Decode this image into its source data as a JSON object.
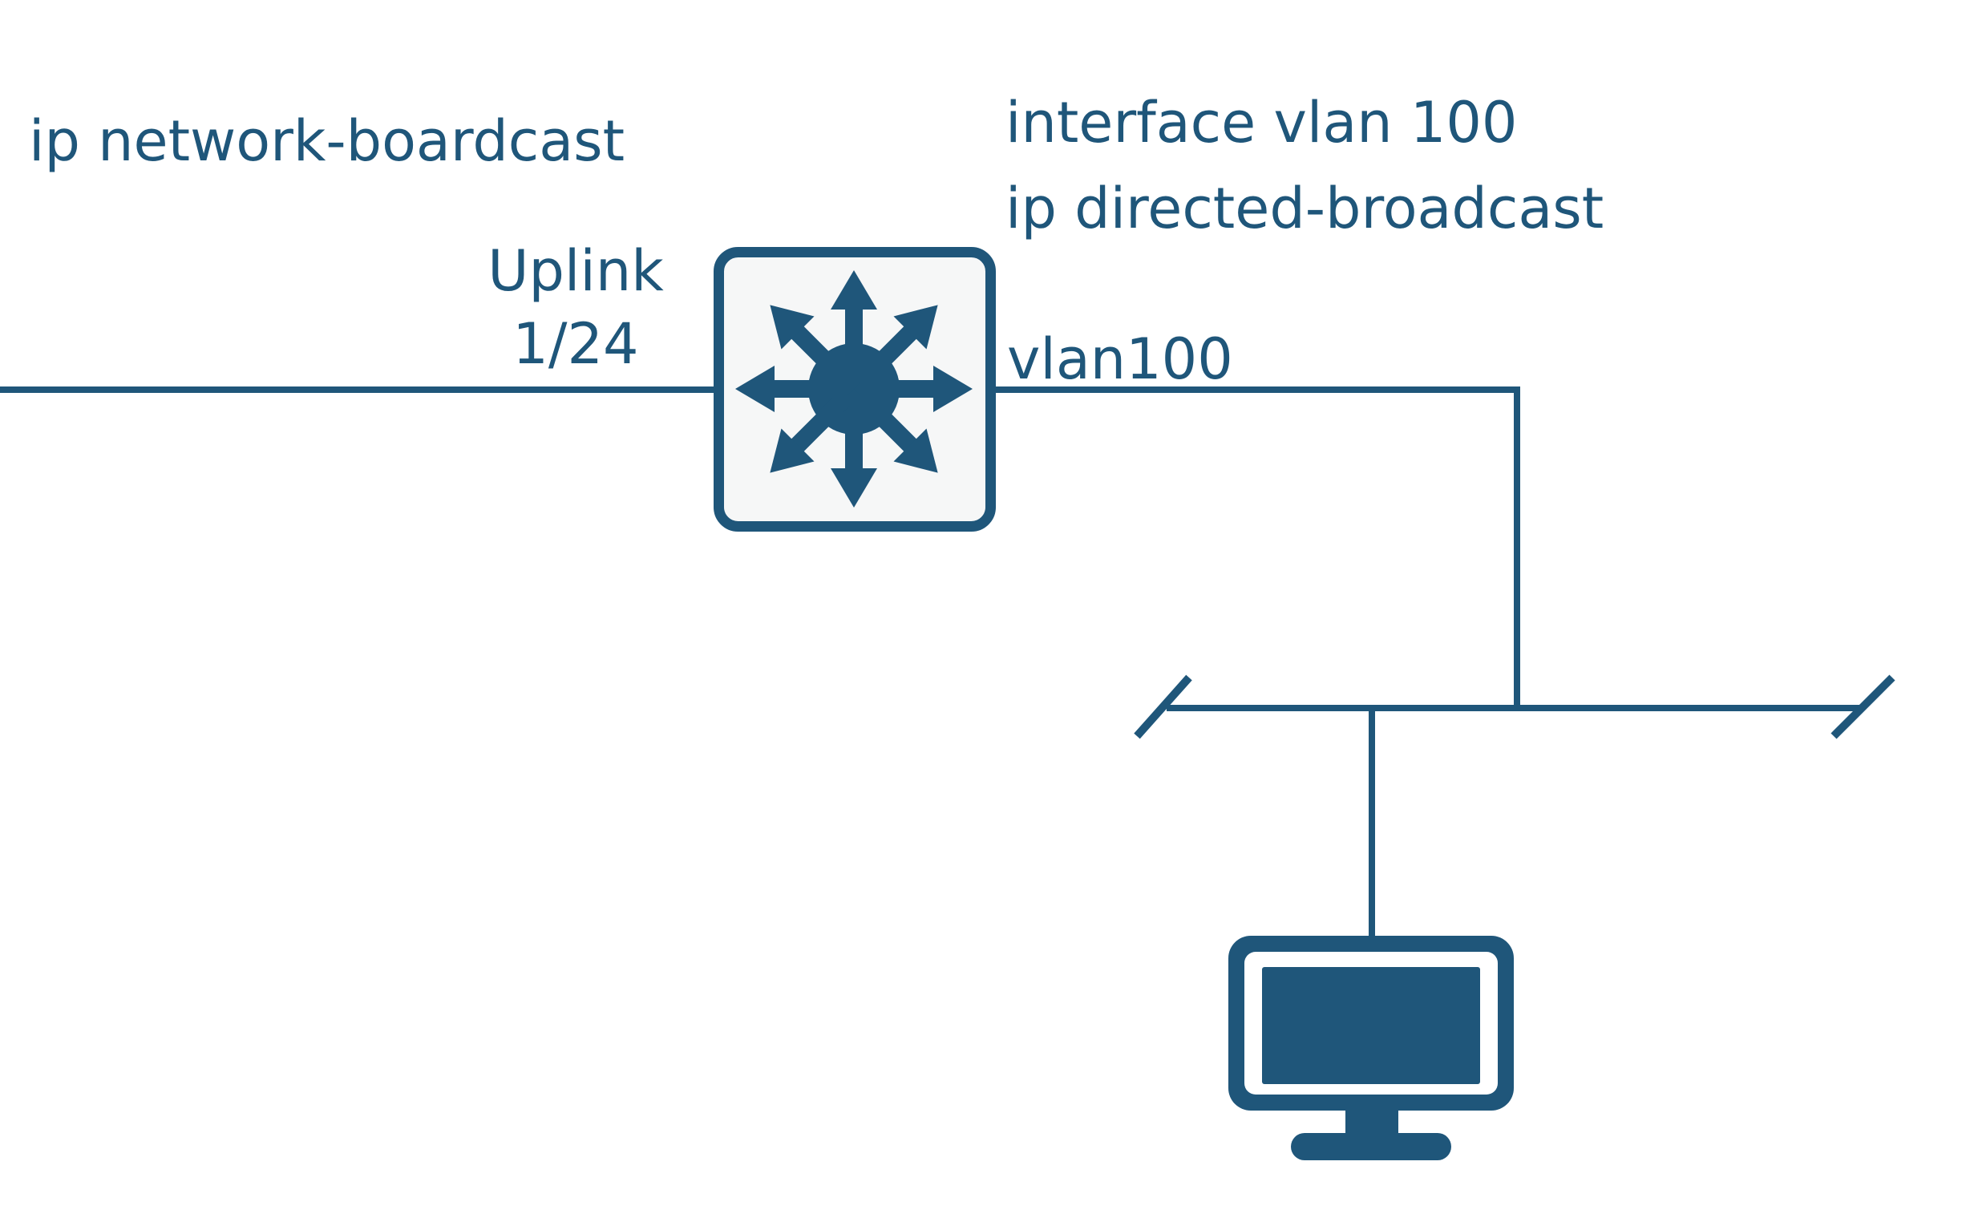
{
  "colors": {
    "accent": "#1f567a",
    "switch_fill": "#f6f7f7",
    "background": "#ffffff"
  },
  "icons": {
    "switch": "multilayer-switch-icon",
    "host": "desktop-monitor-icon",
    "bus_terminators": "segment-slash-icon"
  },
  "labels": {
    "global_command": "ip network-boardcast",
    "svi_config_line1": "interface vlan 100",
    "svi_config_line2": "ip directed-broadcast",
    "uplink_name": "Uplink",
    "uplink_port": "1/24",
    "vlan_wire": "vlan100"
  }
}
